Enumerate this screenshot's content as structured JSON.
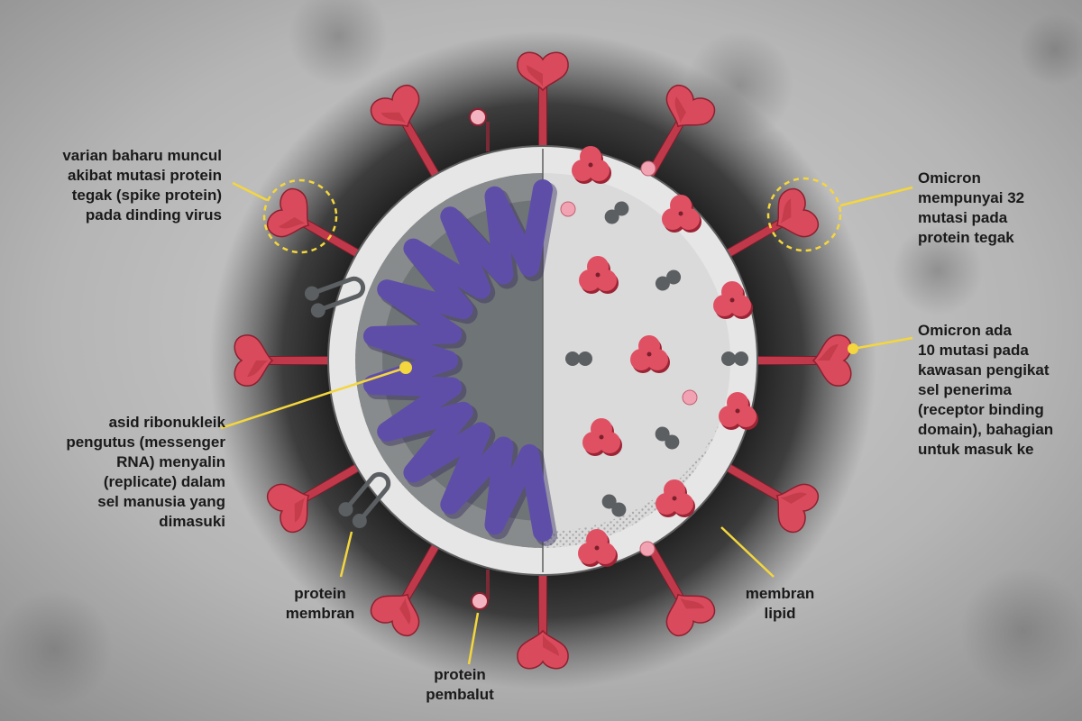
{
  "labels": {
    "variant": "varian baharu muncul\nakibat mutasi protein\ntegak (spike protein)\npada dinding virus",
    "omicron_spike": "Omicron\nmempunyai 32\nmutasi pada\nprotein tegak",
    "omicron_rbd": "Omicron ada\n10 mutasi pada\nkawasan pengikat\nsel penerima\n(receptor binding\ndomain), bahagian\nuntuk masuk ke",
    "mrna": "asid ribonukleik\npengutus (messenger\nRNA) menyalin\n(replicate) dalam\nsel manusia yang\ndimasuki",
    "membrane_protein": "protein\nmembran",
    "envelope_protein": "protein\npembalut",
    "lipid_membrane": "membran\nlipid"
  },
  "colors": {
    "background": "#b9b9b9",
    "halo": "#141414",
    "virus_shell": "#e4e4e4",
    "virus_interior_right": "#d6d6d6",
    "interior_dotted": "#7d7d7d",
    "core_gray": "#6f7476",
    "rna_purple": "#5c4aa0",
    "spike_red": "#d94b5c",
    "spike_dark": "#8c2030",
    "pink_dot": "#f2a3b3",
    "gray_dot": "#5b5f62",
    "leader_yellow": "#f4d63e"
  },
  "icons": {
    "spike": "spike-protein-icon",
    "envelope": "envelope-protein-icon",
    "membrane": "membrane-protein-icon"
  }
}
